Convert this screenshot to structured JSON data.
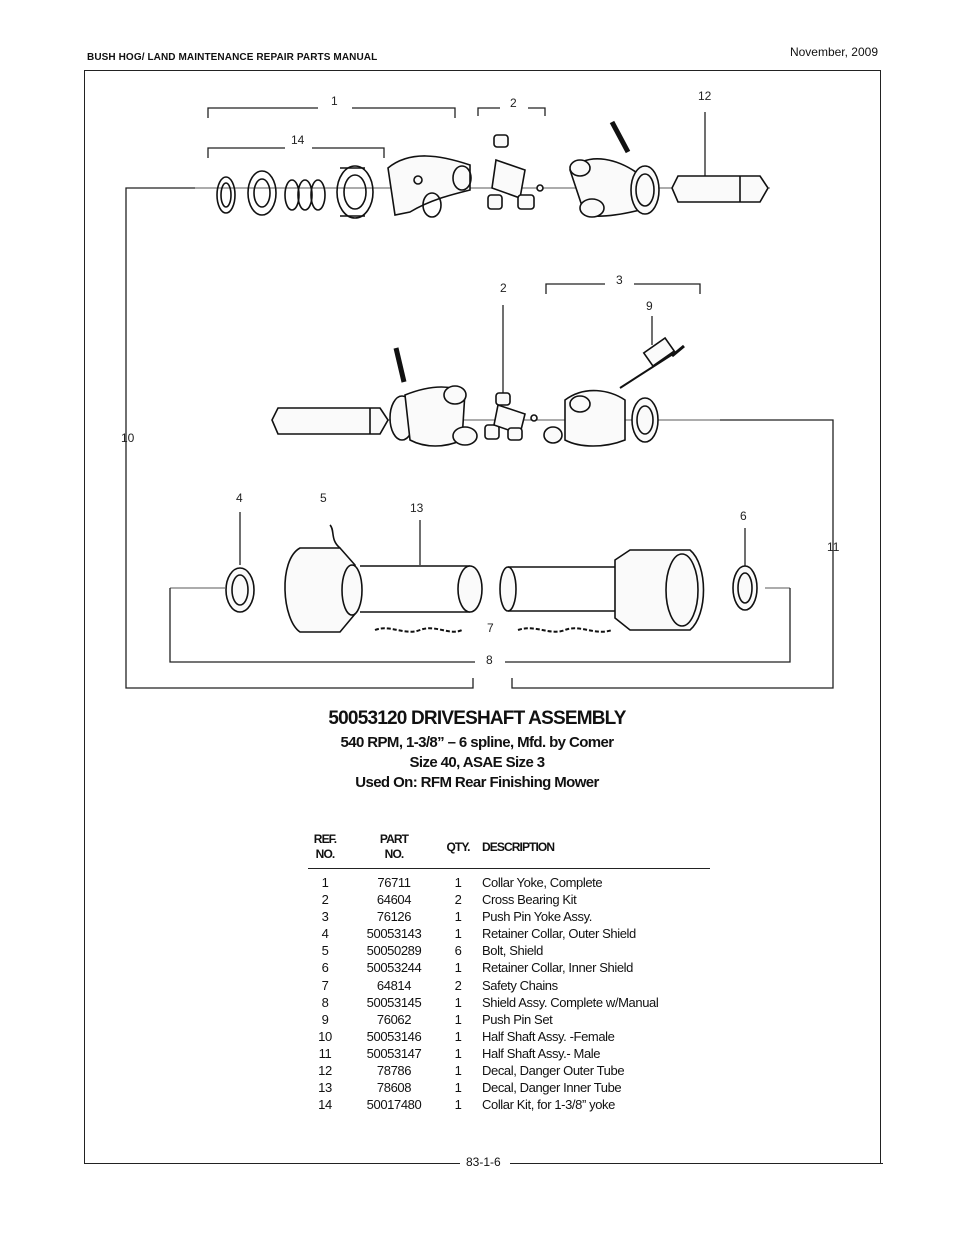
{
  "header": {
    "manual_title": "BUSH HOG/ LAND MAINTENANCE REPAIR PARTS MANUAL",
    "date": "November, 2009"
  },
  "diagram": {
    "callouts": [
      "1",
      "2",
      "12",
      "14",
      "2",
      "3",
      "9",
      "10",
      "4",
      "5",
      "13",
      "6",
      "11",
      "7",
      "8"
    ]
  },
  "assembly": {
    "title": "50053120 DRIVESHAFT ASSEMBLY",
    "spec_line": "540 RPM, 1-3/8” – 6 spline, Mfd. by Comer",
    "size_line": "Size 40, ASAE Size 3",
    "used_on": "Used On: RFM Rear Finishing Mower"
  },
  "parts_table": {
    "headers": {
      "ref_1": "REF.",
      "ref_2": "NO.",
      "part_1": "PART",
      "part_2": "NO.",
      "qty": "QTY.",
      "desc": "DESCRIPTION"
    },
    "rows": [
      {
        "ref": "1",
        "part": "76711",
        "qty": "1",
        "desc": "Collar Yoke, Complete"
      },
      {
        "ref": "2",
        "part": "64604",
        "qty": "2",
        "desc": "Cross Bearing Kit"
      },
      {
        "ref": "3",
        "part": "76126",
        "qty": "1",
        "desc": "Push Pin Yoke Assy."
      },
      {
        "ref": "4",
        "part": "50053143",
        "qty": "1",
        "desc": "Retainer Collar, Outer Shield"
      },
      {
        "ref": "5",
        "part": "50050289",
        "qty": "6",
        "desc": "Bolt, Shield"
      },
      {
        "ref": "6",
        "part": "50053244",
        "qty": "1",
        "desc": "Retainer Collar, Inner Shield"
      },
      {
        "ref": "7",
        "part": "64814",
        "qty": "2",
        "desc": "Safety Chains"
      },
      {
        "ref": "8",
        "part": "50053145",
        "qty": "1",
        "desc": "Shield Assy. Complete w/Manual"
      },
      {
        "ref": "9",
        "part": "76062",
        "qty": "1",
        "desc": "Push Pin Set"
      },
      {
        "ref": "10",
        "part": "50053146",
        "qty": "1",
        "desc": "Half Shaft Assy. -Female"
      },
      {
        "ref": "11",
        "part": "50053147",
        "qty": "1",
        "desc": "Half Shaft Assy.- Male"
      },
      {
        "ref": "12",
        "part": "78786",
        "qty": "1",
        "desc": "Decal, Danger Outer Tube"
      },
      {
        "ref": "13",
        "part": "78608",
        "qty": "1",
        "desc": "Decal, Danger Inner Tube"
      },
      {
        "ref": "14",
        "part": "50017480",
        "qty": "1",
        "desc": "Collar Kit,  for 1-3/8” yoke"
      }
    ]
  },
  "footer": {
    "page_number": "83-1-6"
  }
}
